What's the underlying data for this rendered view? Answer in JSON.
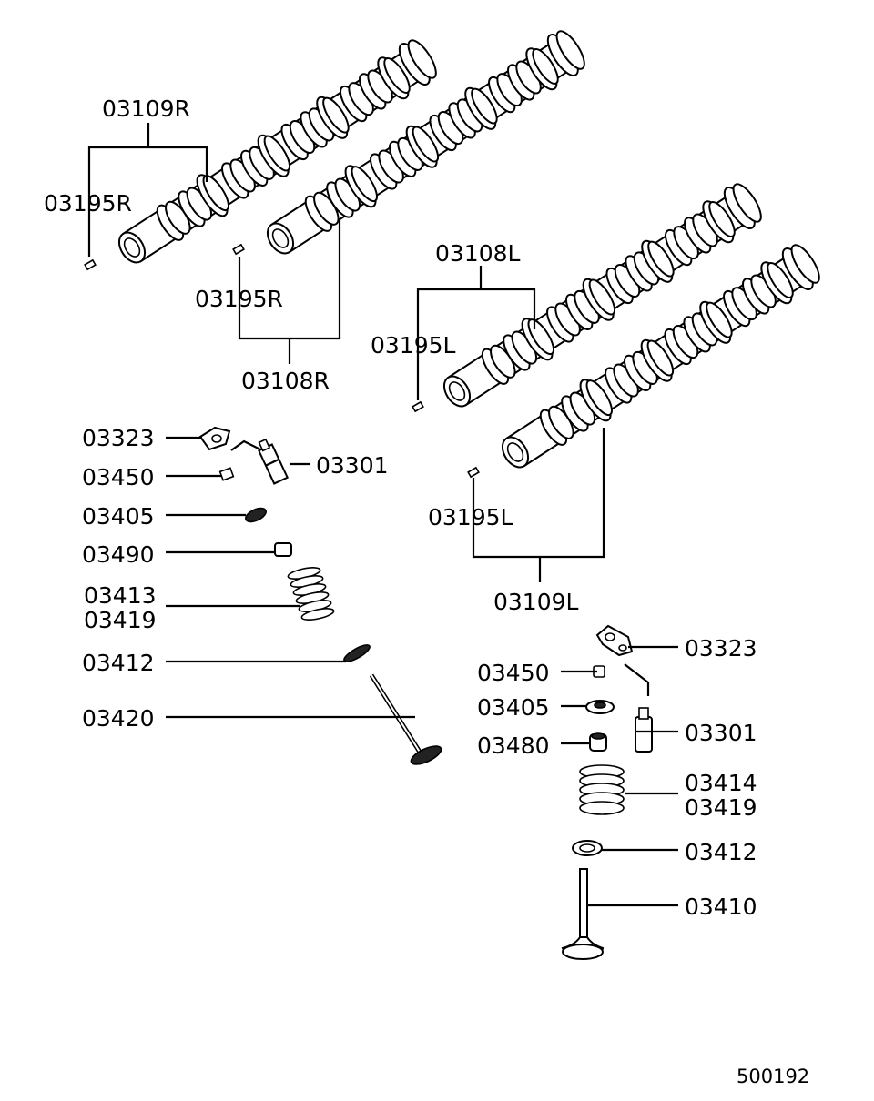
{
  "labels": {
    "cam_ex_r": "03109R",
    "key_ex_r": "03195R",
    "key_in_r": "03195R",
    "cam_in_r": "03108R",
    "cam_in_l": "03108L",
    "key_in_l": "03195L",
    "key_ex_l": "03195L",
    "cam_ex_l": "03109L",
    "rocker_left": "03323",
    "pivot_left": "03450",
    "adjuster_left": "03301",
    "retainer_left": "03405",
    "seal_left": "03490",
    "spring_left_a": "03413",
    "spring_left_b": "03419",
    "seat_left": "03412",
    "valve_left": "03420",
    "rocker_right": "03323",
    "pivot_right": "03450",
    "retainer_right": "03405",
    "seal_right": "03480",
    "adjuster_right": "03301",
    "spring_right_a": "03414",
    "spring_right_b": "03419",
    "seat_right": "03412",
    "valve_right": "03410"
  },
  "footer": {
    "diagram_code": "500192"
  }
}
